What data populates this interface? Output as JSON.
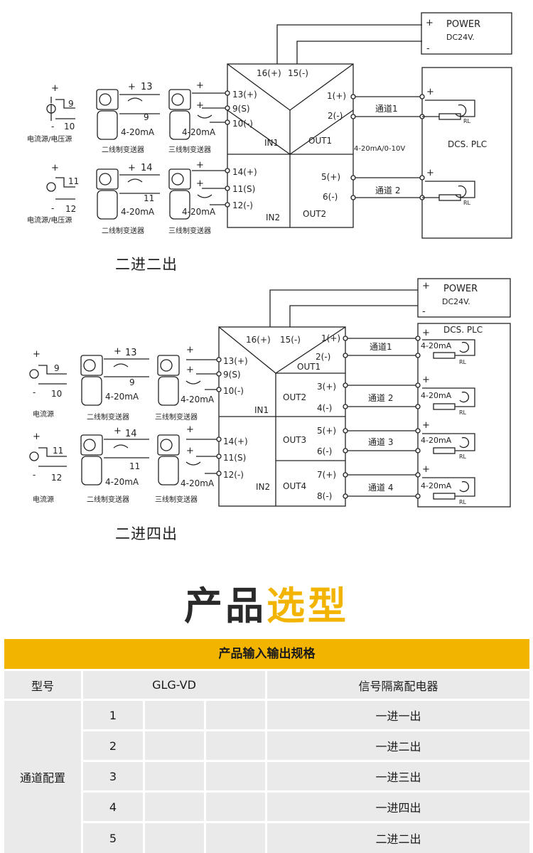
{
  "diagram1": {
    "caption": "二进二出",
    "power": {
      "title": "POWER",
      "voltage": "DC24V.",
      "plus": "+",
      "minus": "-"
    },
    "plc": "DCS. PLC",
    "top_terminals": {
      "t16": "16(+)",
      "t15": "15(-)"
    },
    "in_terminals": [
      "13(+)",
      "9(S)",
      "10(-)",
      "14(+)",
      "11(S)",
      "12(-)"
    ],
    "in_labels": [
      "IN1",
      "IN2"
    ],
    "out_labels": [
      "OUT1",
      "OUT2"
    ],
    "out_terminals": [
      "1(+)",
      "2(-)",
      "5(+)",
      "6(-)"
    ],
    "signal": "4-20mA/0-10V",
    "channels": [
      "通道1",
      "通道 2"
    ],
    "rl": "RL",
    "source_label": "电流源/电压源",
    "two_wire_label": "二线制变送器",
    "three_wire_label": "三线制变送器",
    "ma": "4-20mA",
    "src_nums_1": [
      "9",
      "10"
    ],
    "src_nums_2": [
      "11",
      "12"
    ],
    "two_wire_nums_1": [
      "13",
      "9"
    ],
    "two_wire_nums_2": [
      "14",
      "11"
    ]
  },
  "diagram2": {
    "caption": "二进四出",
    "power": {
      "title": "POWER",
      "voltage": "DC24V.",
      "plus": "+",
      "minus": "-"
    },
    "plc": "DCS. PLC",
    "top_terminals": {
      "t16": "16(+)",
      "t15": "15(-)"
    },
    "in_terminals": [
      "13(+)",
      "9(S)",
      "10(-)",
      "14(+)",
      "11(S)",
      "12(-)"
    ],
    "in_labels": [
      "IN1",
      "IN2"
    ],
    "out_labels": [
      "OUT1",
      "OUT2",
      "OUT3",
      "OUT4"
    ],
    "out_terminals": [
      "1(+)",
      "2(-)",
      "3(+)",
      "4(-)",
      "5(+)",
      "6(-)",
      "7(+)",
      "8(-)"
    ],
    "channels": [
      "通道1",
      "通道 2",
      "通道 3",
      "通道 4"
    ],
    "rl": "RL",
    "ma": "4-20mA",
    "source_label": "电流源",
    "two_wire_label": "二线制变送器",
    "three_wire_label": "三线制变送器",
    "src_nums_1": [
      "9",
      "10"
    ],
    "src_nums_2": [
      "11",
      "12"
    ],
    "two_wire_nums_1": [
      "13",
      "9"
    ],
    "two_wire_nums_2": [
      "14",
      "11"
    ]
  },
  "section_title": {
    "part1": "产品",
    "part2": "选型"
  },
  "spec_table": {
    "title": "产品输入输出规格",
    "header": {
      "model_label": "型号",
      "model_value": "GLG-VD",
      "product": "信号隔离配电器"
    },
    "group_label": "通道配置",
    "rows": [
      {
        "no": "1",
        "config": "一进一出"
      },
      {
        "no": "2",
        "config": "一进二出"
      },
      {
        "no": "3",
        "config": "一进三出"
      },
      {
        "no": "4",
        "config": "一进四出"
      },
      {
        "no": "5",
        "config": "二进二出"
      }
    ]
  },
  "colors": {
    "accent": "#f3b400",
    "cell": "#eaeaea",
    "line": "#222222"
  }
}
